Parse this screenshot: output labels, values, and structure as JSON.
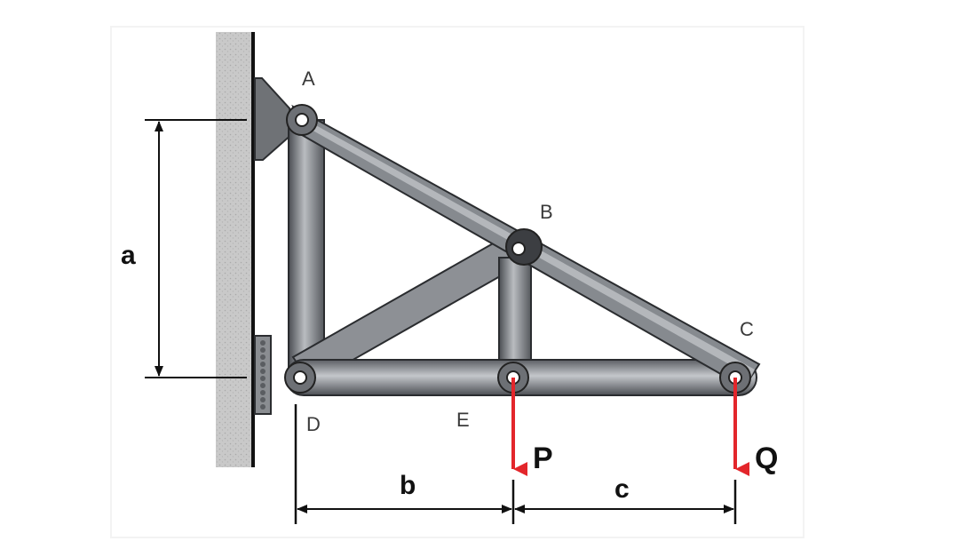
{
  "diagram": {
    "nodes": {
      "A": "A",
      "B": "B",
      "C": "C",
      "D": "D",
      "E": "E"
    },
    "dimensions": {
      "a": "a",
      "b": "b",
      "c": "c"
    },
    "loads": {
      "P": "P",
      "Q": "Q"
    },
    "colors": {
      "load_arrow": "#e3262b",
      "member_fill": "#7d8085",
      "member_edge": "#2e3033",
      "wall": "#c8c8c8",
      "dimension_line": "#111111"
    }
  }
}
